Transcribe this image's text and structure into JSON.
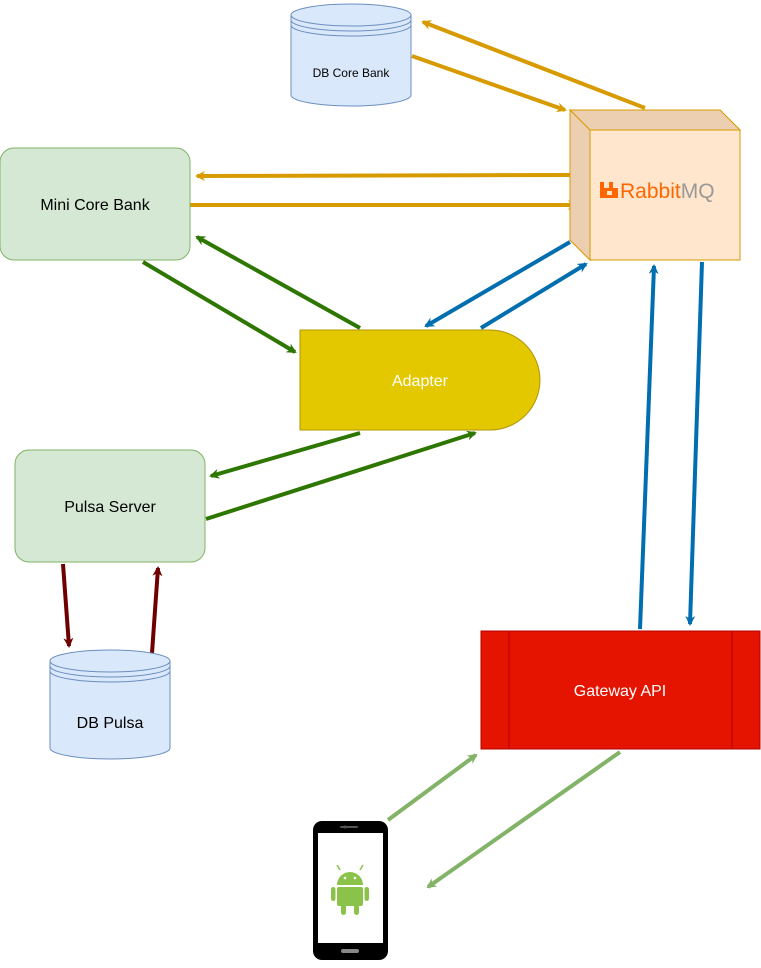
{
  "nodes": {
    "db_core_bank": {
      "label": "DB Core Bank"
    },
    "mini_core_bank": {
      "label": "Mini Core Bank"
    },
    "rabbitmq": {
      "logo_text_rabbit": "Rabbit",
      "logo_text_mq": "MQ"
    },
    "adapter": {
      "label": "Adapter"
    },
    "pulsa_server": {
      "label": "Pulsa Server"
    },
    "db_pulsa": {
      "label": "DB Pulsa"
    },
    "gateway_api": {
      "label": "Gateway API"
    },
    "android_device": {
      "icon": "android-phone-icon"
    }
  },
  "colors": {
    "orange_edge": "#d79b00",
    "green_edge": "#2d7600",
    "blue_edge": "#006eaf",
    "darkred_edge": "#6f0000",
    "lightgreen_edge": "#82b366",
    "green_box_fill": "#d5e8d4",
    "green_box_stroke": "#82b366",
    "blue_db_fill": "#dae8fc",
    "blue_db_stroke": "#6c8ebf",
    "adapter_fill": "#e3c800",
    "adapter_stroke": "#b09500",
    "rabbit_fill": "#ffe6cc",
    "rabbit_stroke": "#d79b00",
    "rabbit_orange": "#ff6600",
    "rabbit_grey": "#999999",
    "gateway_fill": "#e51400",
    "gateway_stroke": "#b20000",
    "android_green": "#8bc34a"
  }
}
